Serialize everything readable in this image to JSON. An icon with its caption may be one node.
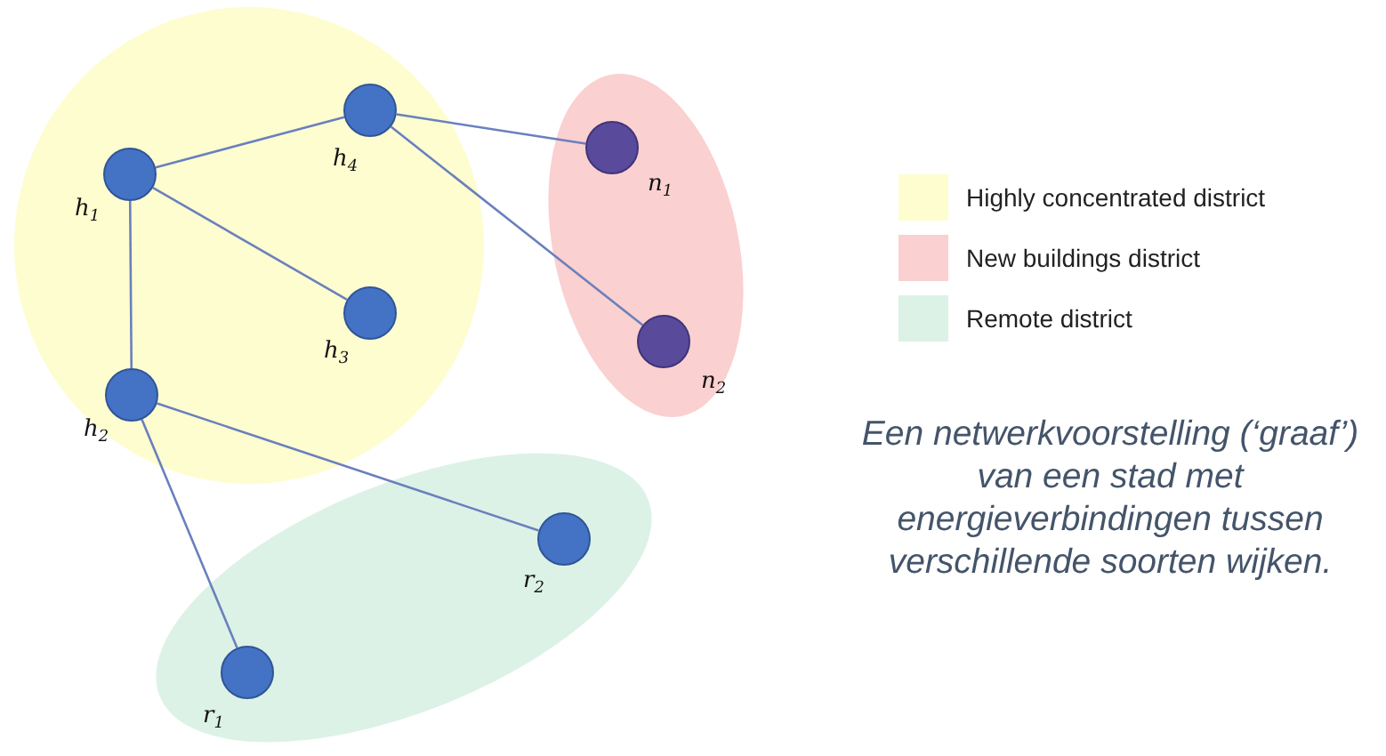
{
  "diagram": {
    "caption": "Een netwerkvoorstelling (‘graaf’) van een stad met energieverbindingen tussen verschillende soorten wijken.",
    "nodes": [
      {
        "text": [],
        "shape": "circle"
      },
      {
        "text": [],
        "shape": "circle",
        "in": 0,
        "beside": [
          "h$_{4}$"
        ]
      },
      {
        "text": [],
        "shape": "circle",
        "in": 0,
        "beside": [
          "h$_{1}$"
        ]
      },
      {
        "text": [],
        "shape": "circle",
        "in": 0,
        "beside": [
          "h$_{3}$"
        ]
      },
      {
        "text": [],
        "shape": "circle",
        "in": 0,
        "beside": [
          "h$_{2}$"
        ]
      },
      {
        "text": [],
        "shape": "ellipse"
      },
      {
        "text": [],
        "shape": "circle",
        "in": 5,
        "beside": [
          "n$_{1}$"
        ]
      },
      {
        "text": [],
        "shape": "circle",
        "in": 5,
        "beside": [
          "n$_{2}$"
        ]
      },
      {
        "text": [],
        "shape": "ellipse"
      },
      {
        "text": [],
        "shape": "circle",
        "in": 8,
        "beside": [
          "r$_{2}$"
        ]
      },
      {
        "text": [],
        "shape": "circle",
        "in": 8,
        "beside": [
          "r$_{1}$"
        ]
      }
    ],
    "edges": [
      {
        "from": 2,
        "to": 1,
        "arrow": "none"
      },
      {
        "from": 1,
        "to": 6,
        "arrow": "none"
      },
      {
        "from": 1,
        "to": 7,
        "arrow": "none"
      },
      {
        "from": 2,
        "to": 3,
        "arrow": "none"
      },
      {
        "from": 2,
        "to": 4,
        "arrow": "none"
      },
      {
        "from": 4,
        "to": 9,
        "arrow": "none"
      },
      {
        "from": 4,
        "to": 10,
        "arrow": "none"
      }
    ],
    "legend": [
      {
        "text": "Highly concentrated district",
        "color": "#fefdd0"
      },
      {
        "text": "New buildings district",
        "color": "#fbd0d0"
      },
      {
        "text": "Remote district",
        "color": "#dcf2e6"
      }
    ]
  }
}
